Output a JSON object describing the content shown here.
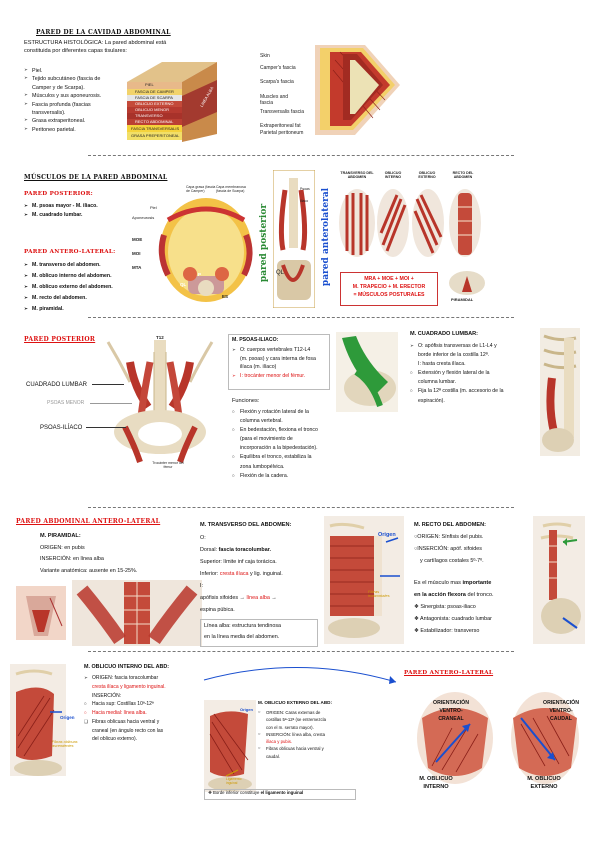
{
  "s1": {
    "title": "PARED DE LA CAVIDAD ABDOMINAL",
    "intro_bold": "ESTRUCTURA HISTOLÓGICA:",
    "intro_rest": " La pared abdominal está",
    "intro_line2": "constituida por diferentes capas tisulares:",
    "layers": [
      "Piel.",
      "Tejido subcutáneo (fascia de",
      "Camper y de Scarpa).",
      "Músculos y sus aponeurosis.",
      "Fascia profunda (fascias",
      "transversalis).",
      "Grasa extraperitoneal.",
      "Peritoneo parietal."
    ],
    "block_labels": [
      "PIEL",
      "FASCIA DE CAMPER",
      "FASCIA DE SCARPA",
      "OBLICUO EXTERNO",
      "OBLICUO MENOR",
      "TRANSVERSO",
      "RECTO ABDOMINAL",
      "FASCIA TRANSVERSALIS",
      "GRASA PREPERITONEAL"
    ],
    "side_label": "LINEA ALBA",
    "right_labels": [
      "Skin",
      "Camper's fascia",
      "Scarpa's fascia",
      "Muscles and fascia",
      "Transversalis fascia",
      "Extraperitoneal fat",
      "Parietal peritoneum"
    ]
  },
  "s2": {
    "title": "MÚSCULOS DE LA PARED ABDOMINAL",
    "post_title": "PARED POSTERIOR:",
    "post_items": [
      "M. psoas mayor - M. iliaco.",
      "M. cuadrado lumbar."
    ],
    "ant_title": "PARED ANTERO-LATERAL:",
    "ant_items": [
      "M. transverso del abdomen.",
      "M. oblicuo interno del abdomen.",
      "M. oblicuo externo del abdomen.",
      "M. recto del abdomen.",
      "M. piramidal."
    ],
    "diagram_labels": [
      "Capa grasa (fascia de Camper)",
      "Capa membranosa (fascia de Scarpa)",
      "Piel",
      "Aponeurosis",
      "MOE",
      "MOI",
      "MTA",
      "QL",
      "P",
      "ES"
    ],
    "vert_post": "pared posterior",
    "vert_ant": "pared anterolateral",
    "fig_labels": [
      "Psoas",
      "Iliaco",
      "QL"
    ],
    "col_heads": [
      "TRANSVERSO DEL ABDOMEN",
      "OBLICUO INTERNO",
      "OBLICUO EXTERNO",
      "RECTO DEL ABDOMEN"
    ],
    "formula": [
      "MRA + MOE + MOI +",
      "M. TRAPECIO + M. ERECTOR",
      "= MÚSCULOS POSTURALES"
    ],
    "piramidal": "PIRAMIDAL"
  },
  "s3": {
    "title": "PARED POSTERIOR",
    "labels": [
      "CUADRADO LUMBAR",
      "PSOAS MENOR",
      "PSOAS-ILÍACO",
      "T12",
      "Trocánter menor del fémur"
    ],
    "psoas_title": "M. PSOAS-ILIACO:",
    "psoas_items": [
      "O: cuerpos vertebrales T12-L4",
      "(m. psoas) y cara interna de fosa",
      "ilíaca (m. ilíaco)",
      "I: trocánter menor del fémur."
    ],
    "func_title": "Funciones:",
    "funcs": [
      "Flexión y rotación lateral de la",
      "columna vertebral.",
      "En bedestación, flexiona el tronco",
      "(para el movimiento de",
      "incorporación a la bipedestación).",
      "Equilibra el tronco, estabiliza la",
      "zona lumbopélvica.",
      "Flexión de la cadera."
    ],
    "cl_title": "M. CUADRADO LUMBAR:",
    "cl_items": [
      "O: apófisis transversas de L1-L4 y",
      "borde inferior de la costilla 12ª.",
      "I: hasta cresta ilíaca.",
      "Extensión y flexión lateral de la",
      "columna lumbar.",
      "Fija la 12ª costilla (m. accesorio de la",
      "espiración)."
    ]
  },
  "s4": {
    "title": "PARED ABDOMINAL ANTERO-LATERAL",
    "pir_title": "M. PIRAMIDAL:",
    "pir_items": [
      "ORIGEN: en pubis",
      "INSERCIÓN: en línea alba",
      "Variante anatómica: ausente en 15-25%."
    ],
    "tr_title": "M. TRANSVERSO DEL ABDOMEN:",
    "tr_o": "O:",
    "tr_l1a": "Dorsal: ",
    "tr_l1b": "fascia toracolumbar.",
    "tr_l2": "Superior: límite inf caja torácica.",
    "tr_l3a": "Inferior: ",
    "tr_l3b": "cresta ilíaca",
    "tr_l3c": " y lig. inguinal.",
    "tr_i": "I:",
    "tr_l4a": "apófisis xifoides → ",
    "tr_l4b": "línea alba",
    "tr_l4c": " →",
    "tr_l5": "espina púbica.",
    "tr_note": [
      "Línea alba: estructura tendinosa",
      "en la línea media del abdomen."
    ],
    "tr_fig": [
      "Origen",
      "Fibras horizontales"
    ],
    "ra_title": "M. RECTO DEL ABDOMEN:",
    "ra_items": [
      "ORIGEN: Sínfisis del pubis.",
      "INSERCIÓN: apóf. xifoides",
      "y cartílagos costales 5º-7º."
    ],
    "ra_imp1": "Es el músculo mas ",
    "ra_imp2": "importante",
    "ra_imp3": "en la acción flexora",
    "ra_imp4": " del tronco.",
    "ra_list": [
      "Sinergista: psoas-iliaco",
      "Antagonista: cuadrado lumbar",
      "Estabilizador: transverso"
    ]
  },
  "s5": {
    "oi_title": "M. OBLICUO INTERNO DEL ABD:",
    "oi_items": [
      "ORIGEN: fascia toracolumbar",
      "cresta ilíaca y ligamento inguinal.",
      "INSERCIÓN:",
      "Hacia sup: Costillas 10ª-12ª",
      "Hacia medial: línea alba.",
      "Fibras oblicuas hacia ventral y",
      "craneal (en ángulo recto con las",
      "del oblicuo externo)."
    ],
    "oi_fig": [
      "Origen",
      "Fibras oblicuas ascendentes"
    ],
    "oe_title": "M. OBLICUO EXTERNO DEL ABD:",
    "oe_items": [
      "ORIGEN: Caras externas de",
      "costillas 5ª-12ª (se entremezcla",
      "con el m. serrato mayor).",
      "INSERCIÓN: línea alba, cresta",
      "ilíaca y pubis.",
      "Fibras oblicuas hacia ventral y",
      "caudal."
    ],
    "oe_note1": "Borde inferior constituye ",
    "oe_note2": "el ligamento inguinal",
    "oe_fig": [
      "Origen",
      "Ligamento inguinal"
    ],
    "ant_title": "PARED ANTERO-LATERAL",
    "orient1": [
      "ORIENTACIÓN",
      "VENTRO-",
      "CRANEAL"
    ],
    "orient2": [
      "ORIENTACIÓN",
      "VENTRO-",
      "CAUDAL"
    ],
    "cap1": [
      "M. OBLICUO",
      "INTERNO"
    ],
    "cap2": [
      "M. OBLICUO",
      "EXTERNO"
    ]
  },
  "colors": {
    "red": "#d11111",
    "blue": "#1a4fcf",
    "muscle": "#b8352a",
    "bone": "#e9dcc0"
  }
}
